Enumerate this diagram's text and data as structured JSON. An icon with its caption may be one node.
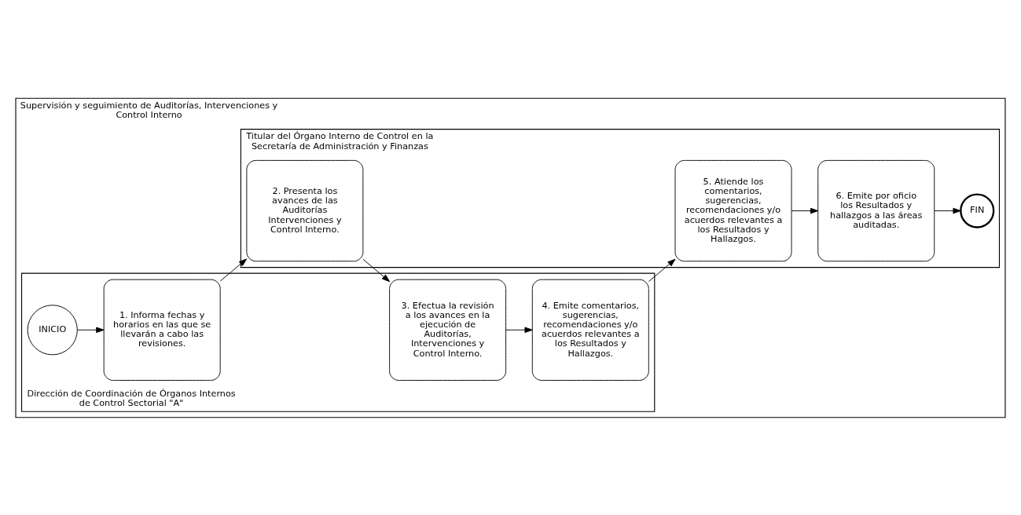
{
  "diagram": {
    "nodes": [
      {
        "text": [
          "Supervisión y seguimiento de Auditorías, Intervenciones y Control Interno"
        ]
      },
      {
        "text": [
          "Dirección de Coordinación de Órganos Internos de Control Sectorial \"A\""
        ],
        "in": 0
      },
      {
        "text": [
          "INICIO"
        ],
        "in": 1
      },
      {
        "text": [
          "1. Informa fechas y horarios en las que se llevarán a cabo las revisiones."
        ],
        "in": 1
      },
      {
        "text": [
          "3. Efectua la revisión a los avances en la ejecución de Auditorías, Intervenciones y Control Interno."
        ],
        "in": 1
      },
      {
        "text": [
          "4. Emite comentarios, sugerencias, recomendaciones y/o acuerdos relevantes a los Resultados y Hallazgos."
        ],
        "in": 1
      },
      {
        "text": [
          "Titular del Órgano Interno de Control en la Secretaría de Administración y Finanzas"
        ],
        "in": 0
      },
      {
        "text": [
          "2. Presenta los avances de las Auditorías Intervenciones y Control Interno."
        ],
        "in": 6
      },
      {
        "text": [
          "5. Atiende los comentarios, sugerencias, recomendaciones y/o acuerdos relevantes a los Resultados y Hallazgos."
        ],
        "in": 6
      },
      {
        "text": [
          "6. Emite por oficio los Resultados y hallazgos a las áreas auditadas."
        ],
        "in": 6
      },
      {
        "text": [
          "FIN"
        ],
        "in": 6
      }
    ],
    "edges": [
      {
        "from": 2,
        "to": 3,
        "arrow": "to"
      },
      {
        "from": 3,
        "to": 7,
        "arrow": "to"
      },
      {
        "from": 7,
        "to": 4,
        "arrow": "to"
      },
      {
        "from": 4,
        "to": 5,
        "arrow": "to"
      },
      {
        "from": 5,
        "to": 8,
        "arrow": "to"
      },
      {
        "from": 8,
        "to": 9,
        "arrow": "to"
      },
      {
        "from": 9,
        "to": 10,
        "arrow": "to"
      }
    ]
  }
}
